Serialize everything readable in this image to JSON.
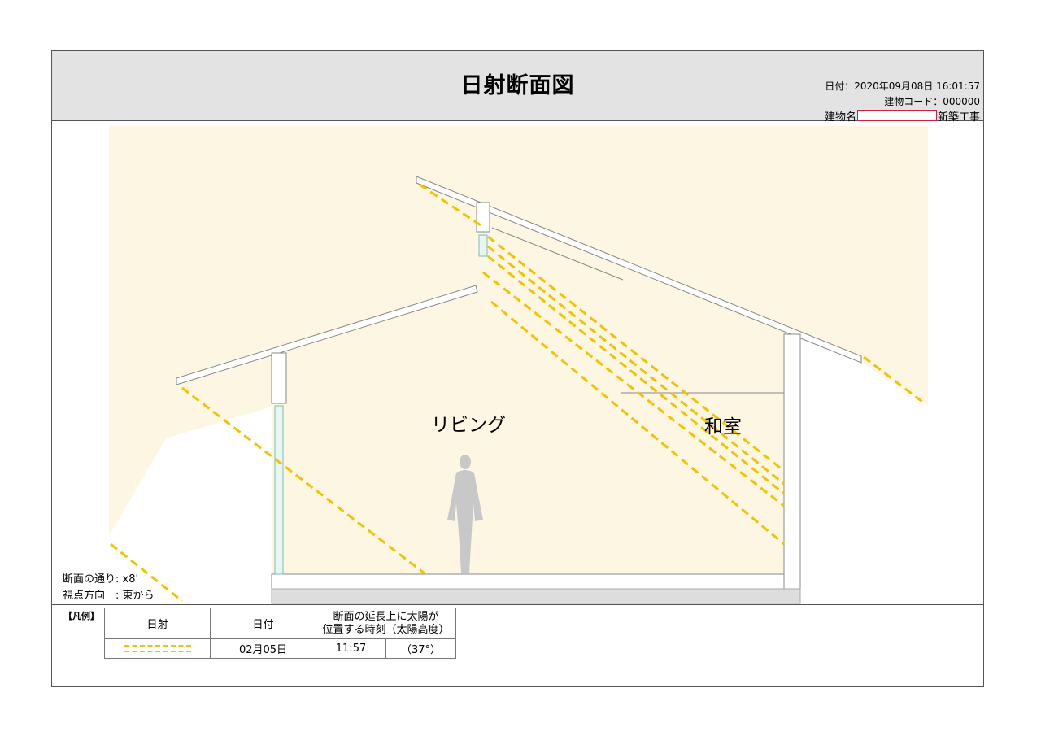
{
  "header": {
    "title": "日射断面図",
    "date": "日付：2020年09月08日 16:01:57",
    "code": "建物コード：000000",
    "building_label": "建物名",
    "building_suffix": "新築工事"
  },
  "rooms": {
    "living": "リビング",
    "washitsu": "和室"
  },
  "cut_info": {
    "line": "断面の通り: x8'",
    "view": "視点方向　: 東から"
  },
  "legend": {
    "label": "【凡例】",
    "col_sunlight": "日射",
    "col_date": "日付",
    "col_time_line1": "断面の延長上に太陽が",
    "col_time_line2": "位置する時刻（太陽高度）",
    "row_date": "02月05日",
    "row_time": "11:57",
    "row_altitude": "（37°）"
  },
  "colors": {
    "sun_area": "#fdf6e3",
    "sun_ray": "#f2c300",
    "header_bg": "#e3e3e3",
    "redaction": "#d0203a",
    "window": "#a9d8cf",
    "floor_base": "#dddddd"
  }
}
